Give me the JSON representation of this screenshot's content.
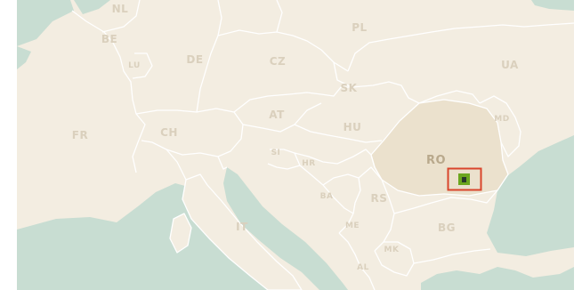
{
  "map": {
    "country_labels": {
      "nl": "NL",
      "be": "BE",
      "lu": "LU",
      "de": "DE",
      "pl": "PL",
      "cz": "CZ",
      "sk": "SK",
      "ua": "UA",
      "fr": "FR",
      "ch": "CH",
      "at": "AT",
      "hu": "HU",
      "md": "MD",
      "si": "SI",
      "hr": "HR",
      "ro": "RO",
      "ba": "BA",
      "rs": "RS",
      "it": "IT",
      "me": "ME",
      "bg": "BG",
      "mk": "MK",
      "al": "AL"
    },
    "highlighted_country": "RO"
  },
  "colors": {
    "land": "#f3ede1",
    "highlighted_land": "#ebe1cd",
    "water": "#c8ddd2",
    "border": "#ffffff",
    "label": "#dad0bd",
    "highlight_label": "#b9a98c",
    "marker_frame": "#d9452c",
    "marker_fill": "#6ca61e",
    "marker_center": "#2b3a2b"
  }
}
